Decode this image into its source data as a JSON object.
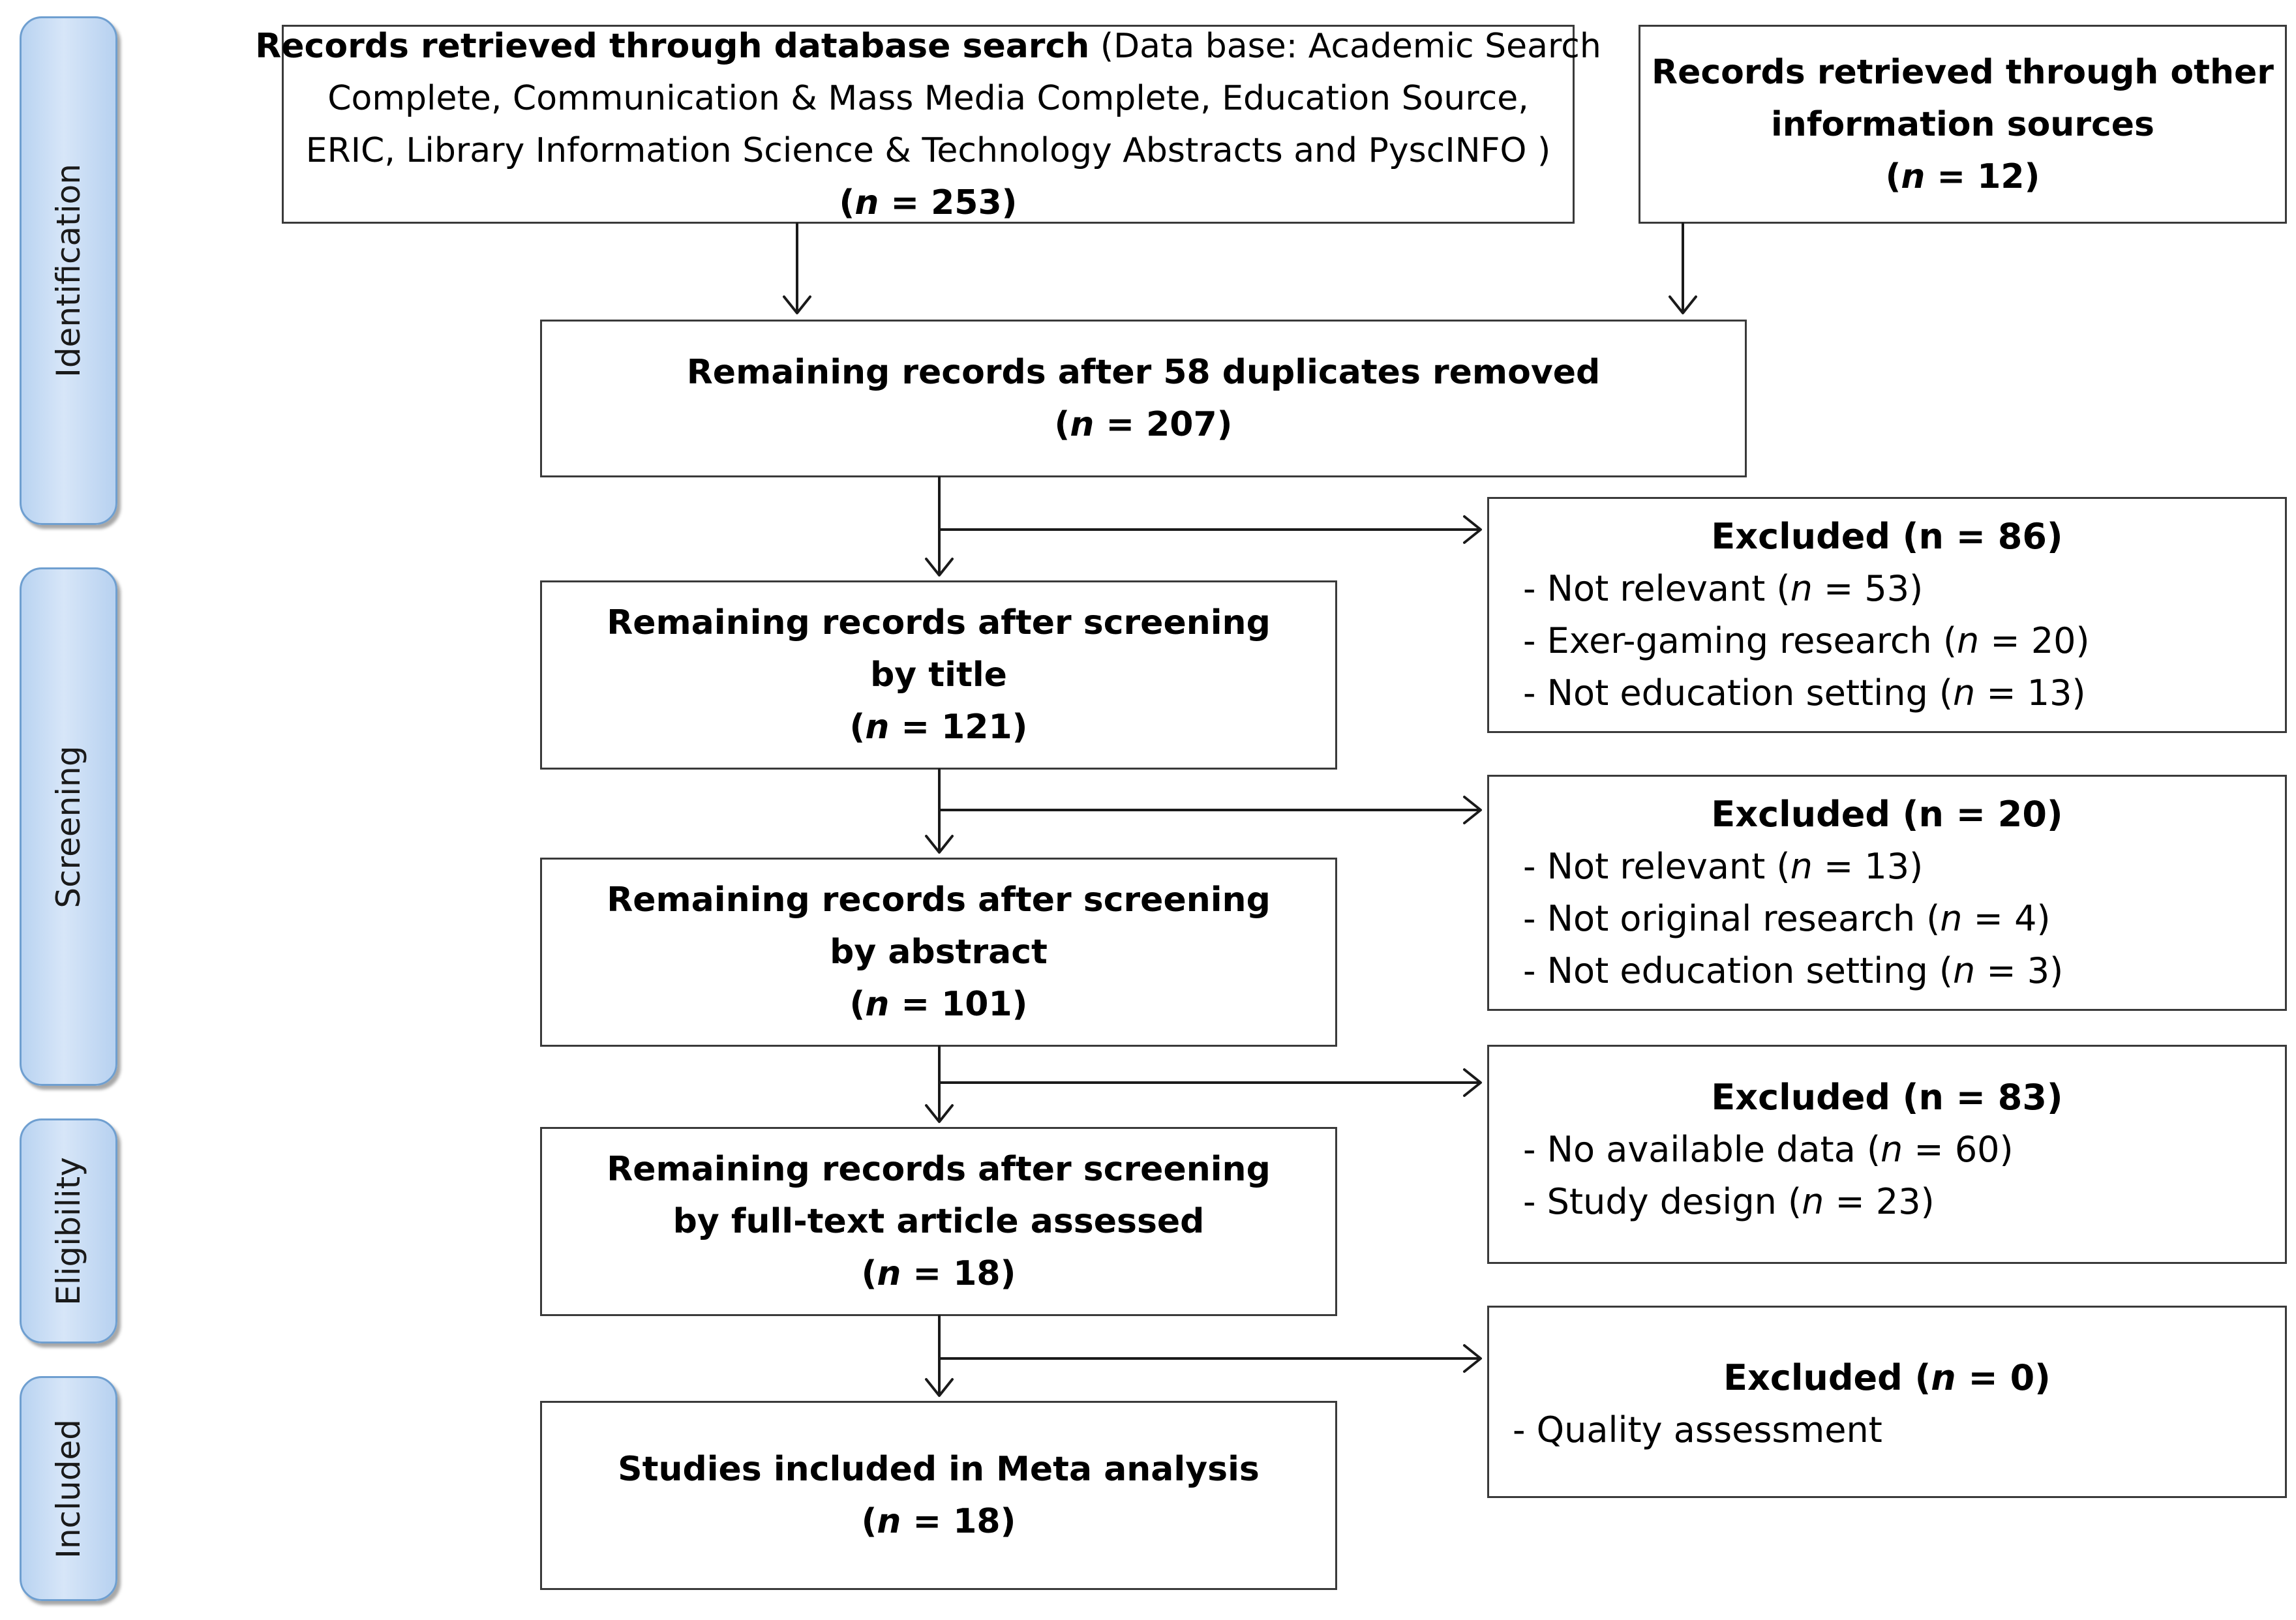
{
  "stages": {
    "identification": "Identification",
    "screening": "Screening",
    "eligibility": "Eligibility",
    "included": "Included"
  },
  "database_search": {
    "bold_text": "Records retrieved through database search",
    "line1_rest": " (Data base: Academic Search",
    "line2": "Complete, Communication & Mass Media Complete, Education Source,",
    "line3": "ERIC, Library Information Science & Technology Abstracts and PyscINFO )",
    "count_prefix": "(",
    "n": "n",
    "count_value": " = 253)"
  },
  "other_sources": {
    "line1": "Records retrieved through other",
    "line2": "information sources",
    "count_prefix": "(",
    "n": "n",
    "count_value": " = 12)"
  },
  "duplicates": {
    "line1": "Remaining records after 58 duplicates removed",
    "count_prefix": "(",
    "n": "n",
    "count_value": " = 207)"
  },
  "title_screen": {
    "line1": "Remaining records after screening",
    "line2": "by title",
    "count_prefix": "(",
    "n": "n",
    "count_value": " = 121)"
  },
  "abstract_screen": {
    "line1": "Remaining records after screening",
    "line2": "by abstract",
    "count_prefix": "(",
    "n": "n",
    "count_value": " = 101)"
  },
  "fulltext_screen": {
    "line1": "Remaining records after screening",
    "line2": "by full-text article assessed",
    "count_prefix": "(",
    "n": "n",
    "count_value": " = 18)"
  },
  "included_studies": {
    "line1": "Studies included in Meta analysis",
    "count_prefix": "(",
    "n": "n",
    "count_value": " = 18)"
  },
  "excluded_1": {
    "title": "Excluded  (n = 86)",
    "items": [
      {
        "label": "- Not relevant (",
        "n": "n",
        "value": " = 53)"
      },
      {
        "label": "- Exer-gaming research (",
        "n": "n",
        "value": " = 20)"
      },
      {
        "label": "- Not education setting (",
        "n": "n",
        "value": " = 13)"
      }
    ]
  },
  "excluded_2": {
    "title": "Excluded  (n = 20)",
    "items": [
      {
        "label": "- Not relevant (",
        "n": "n",
        "value": " = 13)"
      },
      {
        "label": "- Not original research (",
        "n": "n",
        "value": " = 4)"
      },
      {
        "label": "- Not education setting (",
        "n": "n",
        "value": " = 3)"
      }
    ]
  },
  "excluded_3": {
    "title": "Excluded  (n = 83)",
    "items": [
      {
        "label": "- No available data (",
        "n": "n",
        "value": " = 60)"
      },
      {
        "label": "- Study design (",
        "n": "n",
        "value": " = 23)"
      }
    ]
  },
  "excluded_4": {
    "title_prefix": "Excluded  (",
    "n": "n",
    "title_value": " = 0)",
    "items": [
      {
        "label": "- Quality assessment"
      }
    ]
  }
}
